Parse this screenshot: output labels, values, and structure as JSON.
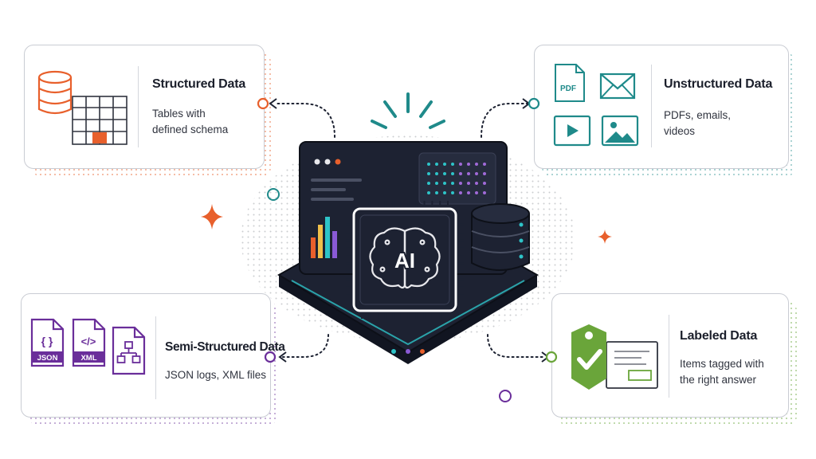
{
  "cards": {
    "structured": {
      "title": "Structured Data",
      "desc_line1": "Tables with",
      "desc_line2": "defined schema"
    },
    "unstructured": {
      "title": "Unstructured Data",
      "desc_line1": "PDFs, emails,",
      "desc_line2": "videos"
    },
    "semi_structured": {
      "title": "Semi-Structured Data",
      "desc_line1": "JSON logs, XML files"
    },
    "labeled": {
      "title": "Labeled Data",
      "desc_line1": "Items tagged with",
      "desc_line2": "the right answer"
    }
  },
  "center": {
    "chip_label": "AI"
  },
  "icons": {
    "pdf_label": "PDF",
    "json_label": "JSON",
    "xml_label": "XML",
    "json_glyph": "{ }",
    "xml_glyph": "</>"
  },
  "colors": {
    "structured": "#e8602c",
    "unstructured": "#1f8a8a",
    "semi_structured": "#6a2e9a",
    "labeled": "#6aa53a",
    "dark": "#1d2232"
  }
}
